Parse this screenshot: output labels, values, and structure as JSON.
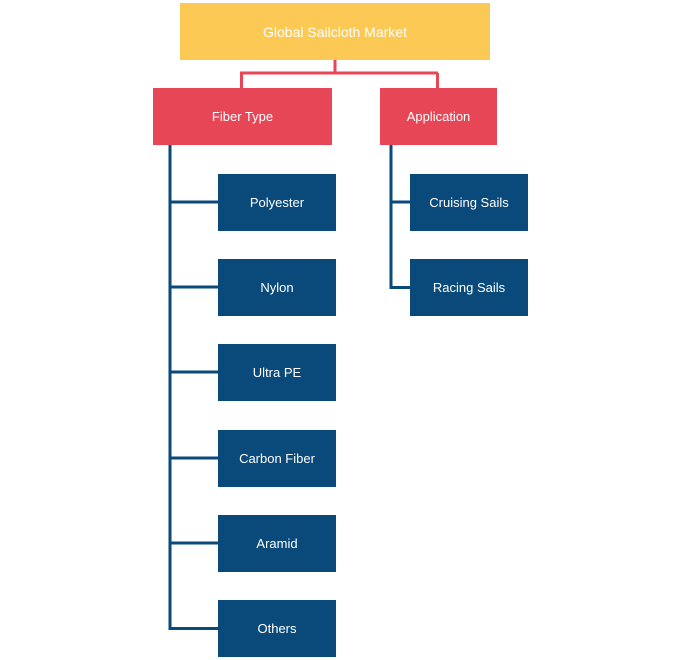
{
  "root": {
    "label": "Global Sailcloth Market"
  },
  "categories": [
    {
      "label": "Fiber Type",
      "children": [
        "Polyester",
        "Nylon",
        "Ultra PE",
        "Carbon Fiber",
        "Aramid",
        "Others"
      ]
    },
    {
      "label": "Application",
      "children": [
        "Cruising Sails",
        "Racing Sails"
      ]
    }
  ],
  "colors": {
    "root": "#fbc954",
    "category": "#e64656",
    "leaf": "#0a4a7a",
    "root_connector": "#e64656",
    "leaf_connector": "#0a4a7a"
  }
}
